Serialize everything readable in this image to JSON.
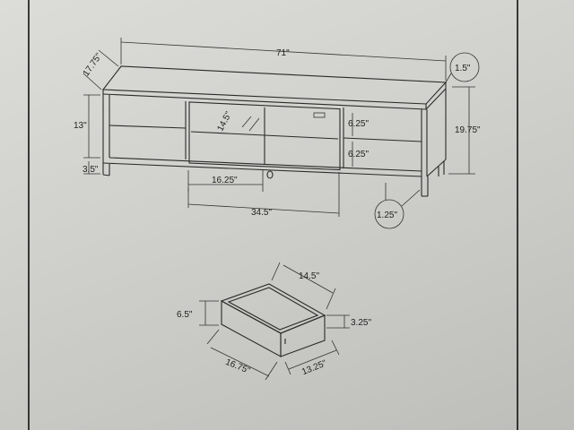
{
  "dimensions": {
    "overall_width": "71\"",
    "depth": "17.75\"",
    "top_thickness": "1.5\"",
    "cabinet_height": "13\"",
    "total_height": "19.75\"",
    "leg_height": "3.5\"",
    "opening_upper": "6.25\"",
    "opening_lower": "6.25\"",
    "shelf_depth": "14.5\"",
    "compartment_width": "16.25\"",
    "center_width": "34.5\"",
    "leg_width": "1.25\""
  },
  "drawer": {
    "height": "6.5\"",
    "inner_width": "14.5\"",
    "inner_height": "3.25\"",
    "front_width": "16.75\"",
    "depth": "13.25\""
  }
}
